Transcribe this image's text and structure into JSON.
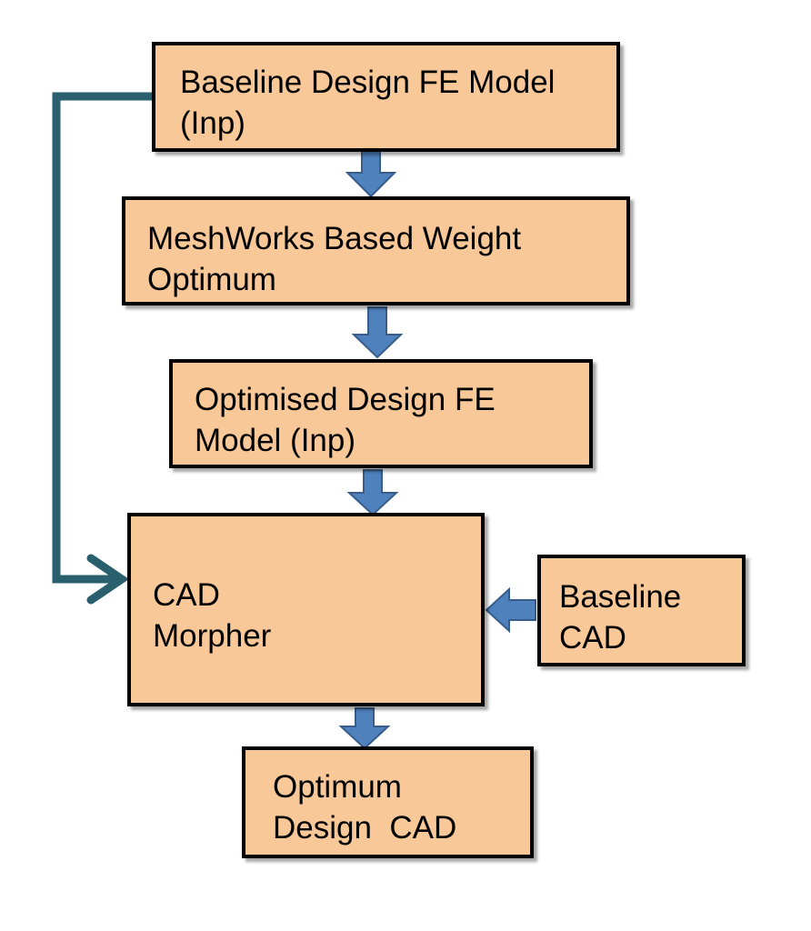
{
  "boxes": {
    "baseline_fe_model": {
      "lines": [
        "Baseline Design FE Model",
        "(Inp)"
      ]
    },
    "meshworks_weight_optimum": {
      "lines": [
        "MeshWorks Based Weight",
        "Optimum"
      ]
    },
    "optimised_fe_model": {
      "lines": [
        "Optimised Design FE",
        "Model (Inp)"
      ]
    },
    "cad_morpher": {
      "lines": [
        "CAD",
        "Morpher"
      ]
    },
    "baseline_cad": {
      "lines": [
        "Baseline",
        "CAD"
      ]
    },
    "optimum_design_cad": {
      "lines": [
        "Optimum",
        "Design  CAD"
      ]
    }
  },
  "colors": {
    "box_fill": "#f9c899",
    "box_border": "#000000",
    "arrow_fill": "#4f81bd",
    "arrow_stroke": "#385d8a",
    "feedback_line": "#2a5f6e"
  }
}
